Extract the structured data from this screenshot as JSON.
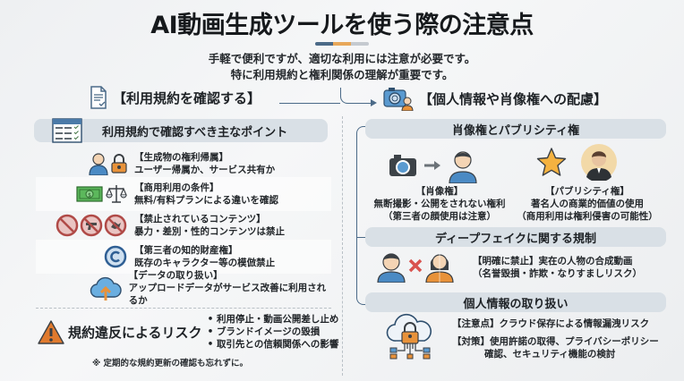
{
  "header": {
    "title": "AI動画生成ツールを使う際の注意点",
    "divider_colors": [
      "#4b6a88",
      "#e8a85a",
      "#c5cad0"
    ],
    "subtitle_line1": "手軽で便利ですが、適切な利用には注意が必要です。",
    "subtitle_line2": "特に利用規約と権利関係の理解が重要です。"
  },
  "left": {
    "heading": "【利用規約を確認する】",
    "heading_icon": "document-check-icon",
    "points_title": "利用規約で確認すべき主なポイント",
    "points_icon": "checklist-table-icon",
    "items": [
      {
        "title": "【生成物の権利帰属】",
        "desc": "ユーザー帰属か、サービス共有か",
        "icons": [
          "user-icon",
          "padlock-icon"
        ]
      },
      {
        "title": "【商用利用の条件】",
        "desc": "無料/有料プランによる違いを確認",
        "icons": [
          "money-bill-icon",
          "scales-icon"
        ]
      },
      {
        "title": "【禁止されているコンテンツ】",
        "desc": "暴力・差別・性的コンテンツは禁止",
        "icons": [
          "prohibited-icon",
          "no-weapon-icon",
          "no-violence-icon"
        ]
      },
      {
        "title": "【第三者の知的財産権】",
        "desc": "既存のキャラクター等の模倣禁止",
        "icons": [
          "copyright-icon"
        ]
      },
      {
        "title": "【データの取り扱い】",
        "desc": "アップロードデータがサービス改善に利用されるか",
        "icons": [
          "cloud-upload-icon"
        ]
      }
    ],
    "risk": {
      "label": "規約違反によるリスク",
      "icon": "warning-icon",
      "bullets": [
        "利用停止・動画公開差し止め",
        "ブランドイメージの毀損",
        "取引先との信頼関係への影響"
      ]
    },
    "note": "※ 定期的な規約更新の確認も忘れずに。"
  },
  "right": {
    "heading": "【個人情報や肖像権への配慮】",
    "heading_icon": "camera-person-icon",
    "sections": {
      "portrait": {
        "title": "肖像権とパブリシティ権",
        "portrait_right": {
          "title": "【肖像権】",
          "line1": "無断撮影・公開をされない権利",
          "line2": "（第三者の顔使用は注意）"
        },
        "publicity_right": {
          "title": "【パブリシティ権】",
          "line1": "著名人の商業的価値の使用",
          "line2": "（商用利用は権利侵害の可能性）"
        }
      },
      "deepfake": {
        "title": "ディープフェイクに関する規制",
        "line1": "【明確に禁止】実在の人物の合成動画",
        "line2": "（名誉毀損・詐欺・なりすましリスク）"
      },
      "privacy": {
        "title": "個人情報の取り扱い",
        "caution": "【注意点】クラウド保存による情報漏洩リスク",
        "measure_line1": "【対策】使用許諾の取得、プライバシーポリシー",
        "measure_line2": "確認、セキュリティ機能の検討"
      }
    }
  },
  "colors": {
    "accent_blue": "#4b6a88",
    "accent_orange": "#e8a85a",
    "pill_bg": "#d9e0e6",
    "prohibit_red": "#c0504d",
    "money_green": "#3e9a4a",
    "warning_orange": "#e07a2e"
  }
}
